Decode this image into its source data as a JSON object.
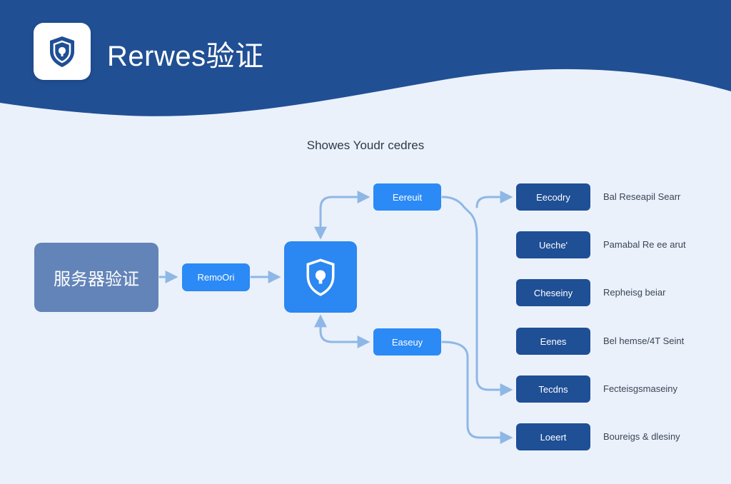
{
  "header": {
    "title": "Rerwes验证",
    "background_color": "#214f94",
    "logo_icon": "shield-icon"
  },
  "subtitle": "Showes Youdr cedres",
  "diagram": {
    "source": {
      "label": "服务器验证",
      "color": "#6384b8"
    },
    "middle": {
      "label": "RemoOri",
      "color": "#2b8af5"
    },
    "center": {
      "icon": "shield-icon",
      "color": "#2b87f1"
    },
    "branches": [
      {
        "label": "Eereuit"
      },
      {
        "label": "Easeuy"
      }
    ],
    "right_nodes": [
      {
        "label": "Eecodry",
        "desc": "Bal Reseapil Searr"
      },
      {
        "label": "Ueche'",
        "desc": "Pamabal Re ee arut"
      },
      {
        "label": "Cheseiny",
        "desc": "Repheisg beiar"
      },
      {
        "label": "Eenes",
        "desc": "Bel hemse/4T Seint"
      },
      {
        "label": "Tecdns",
        "desc": "Fecteisgsmaseiny"
      },
      {
        "label": "Loeert",
        "desc": "Boureigs & dlesiny"
      }
    ],
    "connector_color": "#8fb7e6",
    "node_color": "#1f4f95"
  }
}
